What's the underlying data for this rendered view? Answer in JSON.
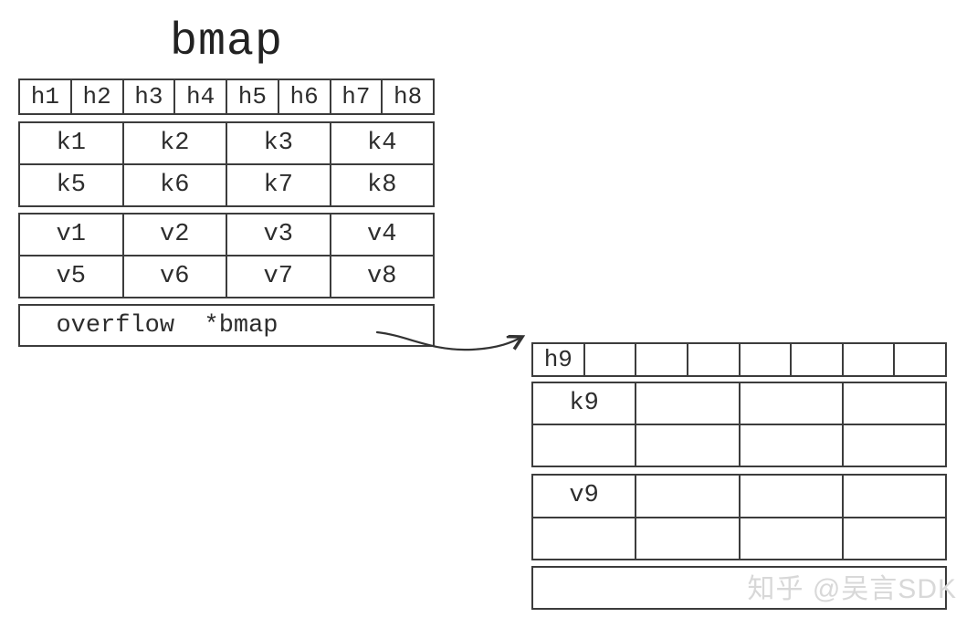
{
  "title": "bmap",
  "bucket_main": {
    "hash_cells": [
      "h1",
      "h2",
      "h3",
      "h4",
      "h5",
      "h6",
      "h7",
      "h8"
    ],
    "key_rows": [
      [
        "k1",
        "k2",
        "k3",
        "k4"
      ],
      [
        "k5",
        "k6",
        "k7",
        "k8"
      ]
    ],
    "value_rows": [
      [
        "v1",
        "v2",
        "v3",
        "v4"
      ],
      [
        "v5",
        "v6",
        "v7",
        "v8"
      ]
    ],
    "overflow_label": "overflow  *bmap"
  },
  "bucket_overflow": {
    "hash_cells": [
      "h9",
      "",
      "",
      "",
      "",
      "",
      "",
      ""
    ],
    "key_rows": [
      [
        "k9",
        "",
        "",
        ""
      ],
      [
        "",
        "",
        "",
        ""
      ]
    ],
    "value_rows": [
      [
        "v9",
        "",
        "",
        ""
      ],
      [
        "",
        "",
        "",
        ""
      ]
    ],
    "overflow_label": ""
  },
  "watermark": "知乎 @吴言SDK",
  "colors": {
    "border": "#3c3c3c",
    "text": "#2d2d2d",
    "arrow": "#333333",
    "watermark": "#d8d8d8",
    "background": "#ffffff"
  }
}
